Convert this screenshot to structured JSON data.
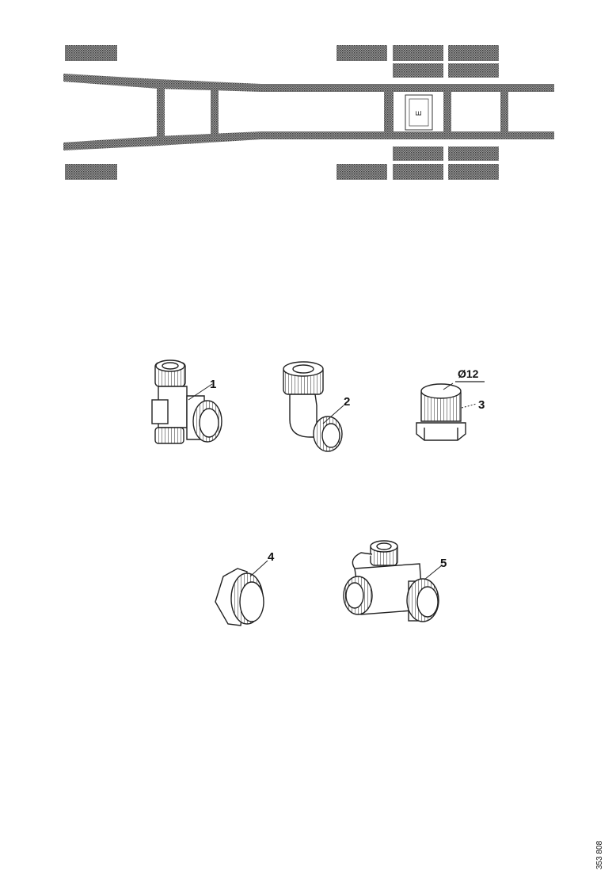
{
  "chassis": {
    "cab_label": "E"
  },
  "parts": [
    {
      "number": "1",
      "icon": "tee-fitting-icon"
    },
    {
      "number": "2",
      "icon": "elbow-fitting-icon"
    },
    {
      "number": "3",
      "icon": "cap-nut-icon",
      "dimension": "Ø12"
    },
    {
      "number": "4",
      "icon": "plug-icon"
    },
    {
      "number": "5",
      "icon": "tee-connector-icon"
    }
  ],
  "figure_id": "353 808",
  "colors": {
    "ink": "#111111",
    "hatch": "#7a7a7a",
    "background": "#ffffff"
  }
}
